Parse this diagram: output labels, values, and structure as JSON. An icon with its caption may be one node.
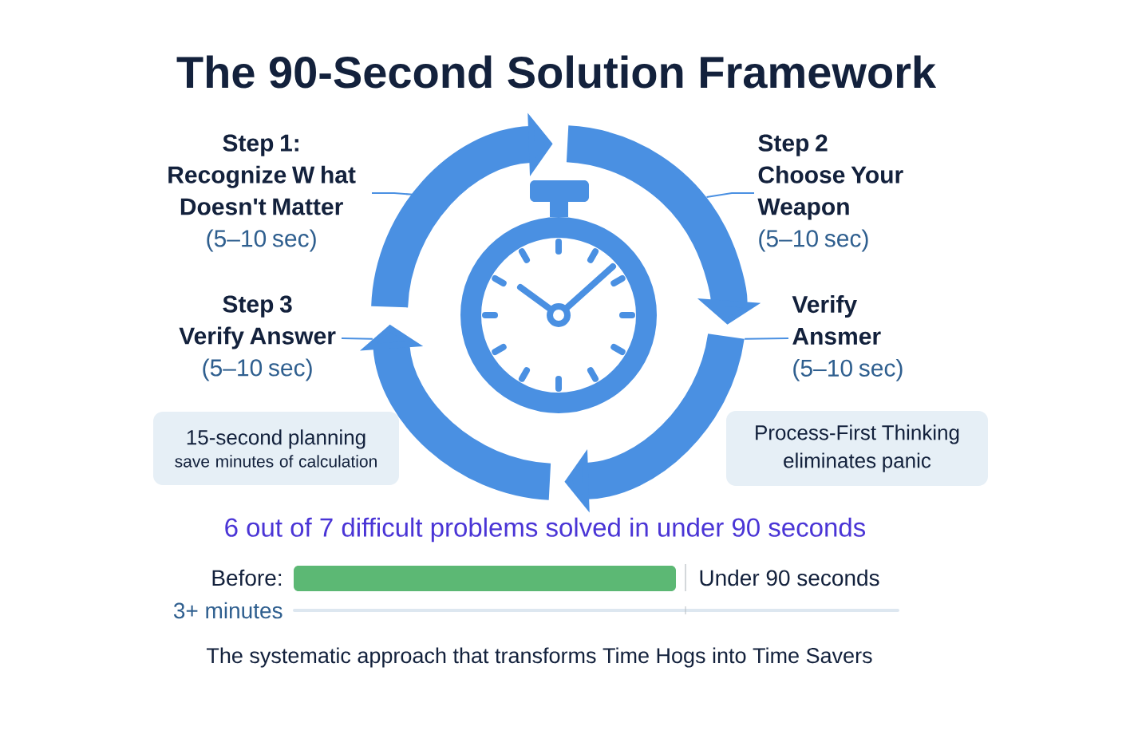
{
  "diagram": {
    "title": "The 90-Second Solution Framework",
    "nodes": [
      {
        "text": [
          "Step 1:",
          "Recognize W hat Doesn't Matter",
          "(5–10 sec)"
        ]
      },
      {
        "text": [
          "Step 2",
          "Choose Your Weapon",
          "(5–10 sec)"
        ]
      },
      {
        "text": [
          "Step 3",
          "Verify Answer",
          "(5–10 sec)"
        ]
      },
      {
        "text": [
          "Verify Ansmer",
          "(5–10 sec)"
        ]
      },
      {
        "text": [],
        "shape": "picture"
      },
      {
        "text": [
          "15-second planning",
          "save minutes of calculation"
        ]
      },
      {
        "text": [
          "Process-First Thinking eliminates panic"
        ]
      }
    ],
    "edges": [
      {
        "from": 0,
        "to": 4,
        "arrow": "none"
      },
      {
        "from": 1,
        "to": 4,
        "arrow": "none"
      },
      {
        "from": 2,
        "to": 4,
        "arrow": "none"
      },
      {
        "from": 3,
        "to": 4,
        "arrow": "none"
      }
    ],
    "labels": [
      "6 out of 7 difficult problems solved in under 90 seconds",
      "Before:",
      "Under 90 seconds",
      "3+ minutes"
    ],
    "caption": "The systematic approach that transforms Time Hogs into Time Savers"
  }
}
